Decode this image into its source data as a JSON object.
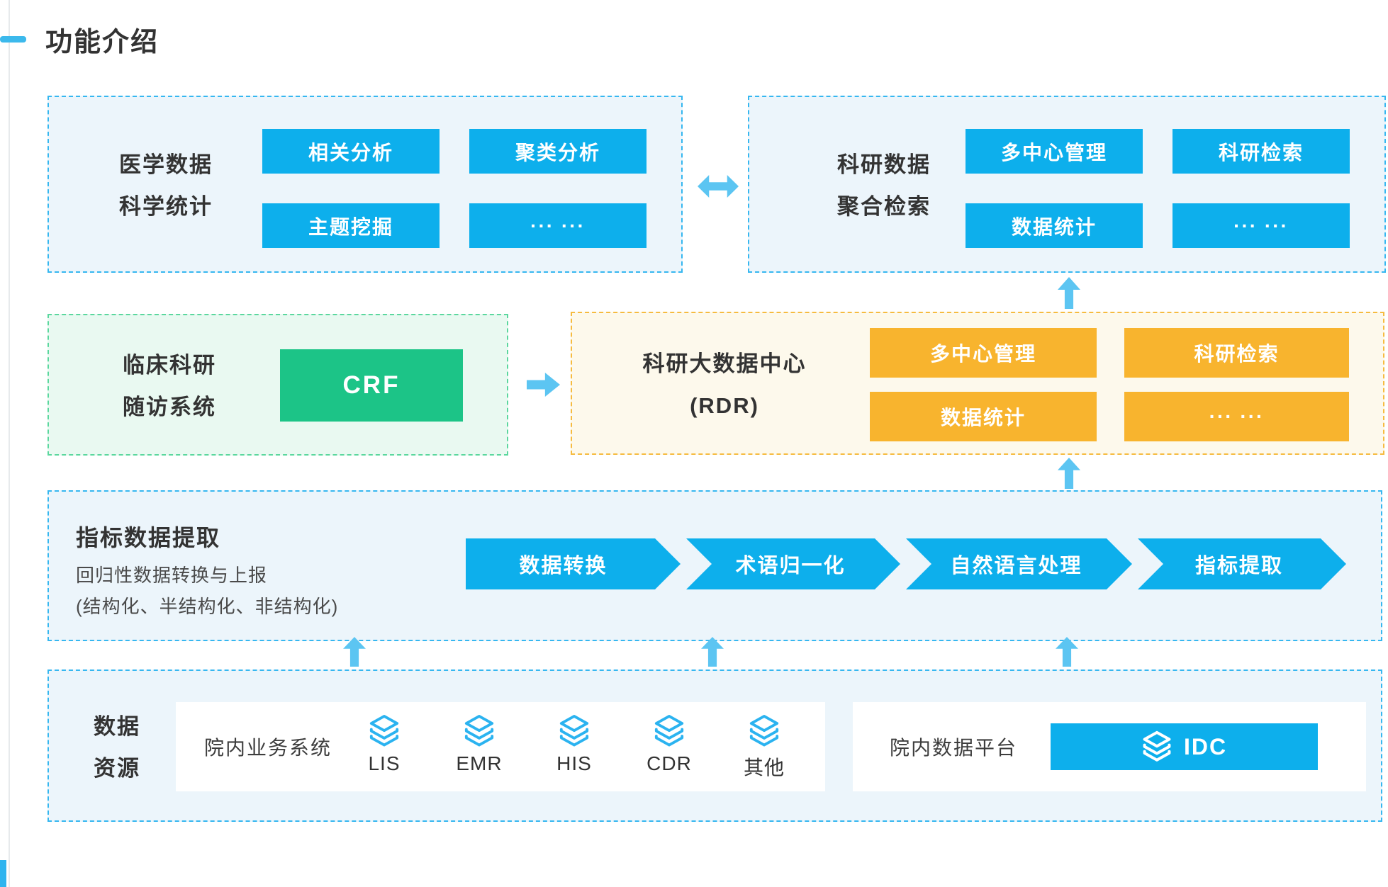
{
  "page": {
    "title": "功能介绍"
  },
  "colors": {
    "primary_blue": "#0dafec",
    "light_blue_bg": "#ecf5fb",
    "blue_border": "#36b7f0",
    "green": "#1cc487",
    "green_bg": "#e9f9f1",
    "green_border": "#5bd79e",
    "orange": "#f8b42e",
    "orange_bg": "#fdf9ec",
    "orange_border": "#f6bb40",
    "arrow_blue": "#5cc5f2",
    "text_dark": "#333333"
  },
  "sections": {
    "medical_stats": {
      "label_lines": [
        "医学数据",
        "科学统计"
      ],
      "buttons": [
        "相关分析",
        "聚类分析",
        "主题挖掘",
        "··· ···"
      ]
    },
    "research_retrieval": {
      "label_lines": [
        "科研数据",
        "聚合检索"
      ],
      "buttons": [
        "多中心管理",
        "科研检索",
        "数据统计",
        "··· ···"
      ]
    },
    "crf_system": {
      "label_lines": [
        "临床科研",
        "随访系统"
      ],
      "button": "CRF"
    },
    "rdr_center": {
      "label_lines": [
        "科研大数据中心",
        "(RDR)"
      ],
      "buttons": [
        "多中心管理",
        "科研检索",
        "数据统计",
        "··· ···"
      ]
    },
    "indicator_extract": {
      "title": "指标数据提取",
      "subtitle": "回归性数据转换与上报",
      "subtitle2": "(结构化、半结构化、非结构化)",
      "steps": [
        "数据转换",
        "术语归一化",
        "自然语言处理",
        "指标提取"
      ]
    },
    "data_resources": {
      "label_lines": [
        "数据",
        "资源"
      ],
      "business_systems": {
        "label": "院内业务系统",
        "items": [
          "LIS",
          "EMR",
          "HIS",
          "CDR",
          "其他"
        ]
      },
      "data_platform": {
        "label": "院内数据平台",
        "item": "IDC"
      }
    }
  }
}
